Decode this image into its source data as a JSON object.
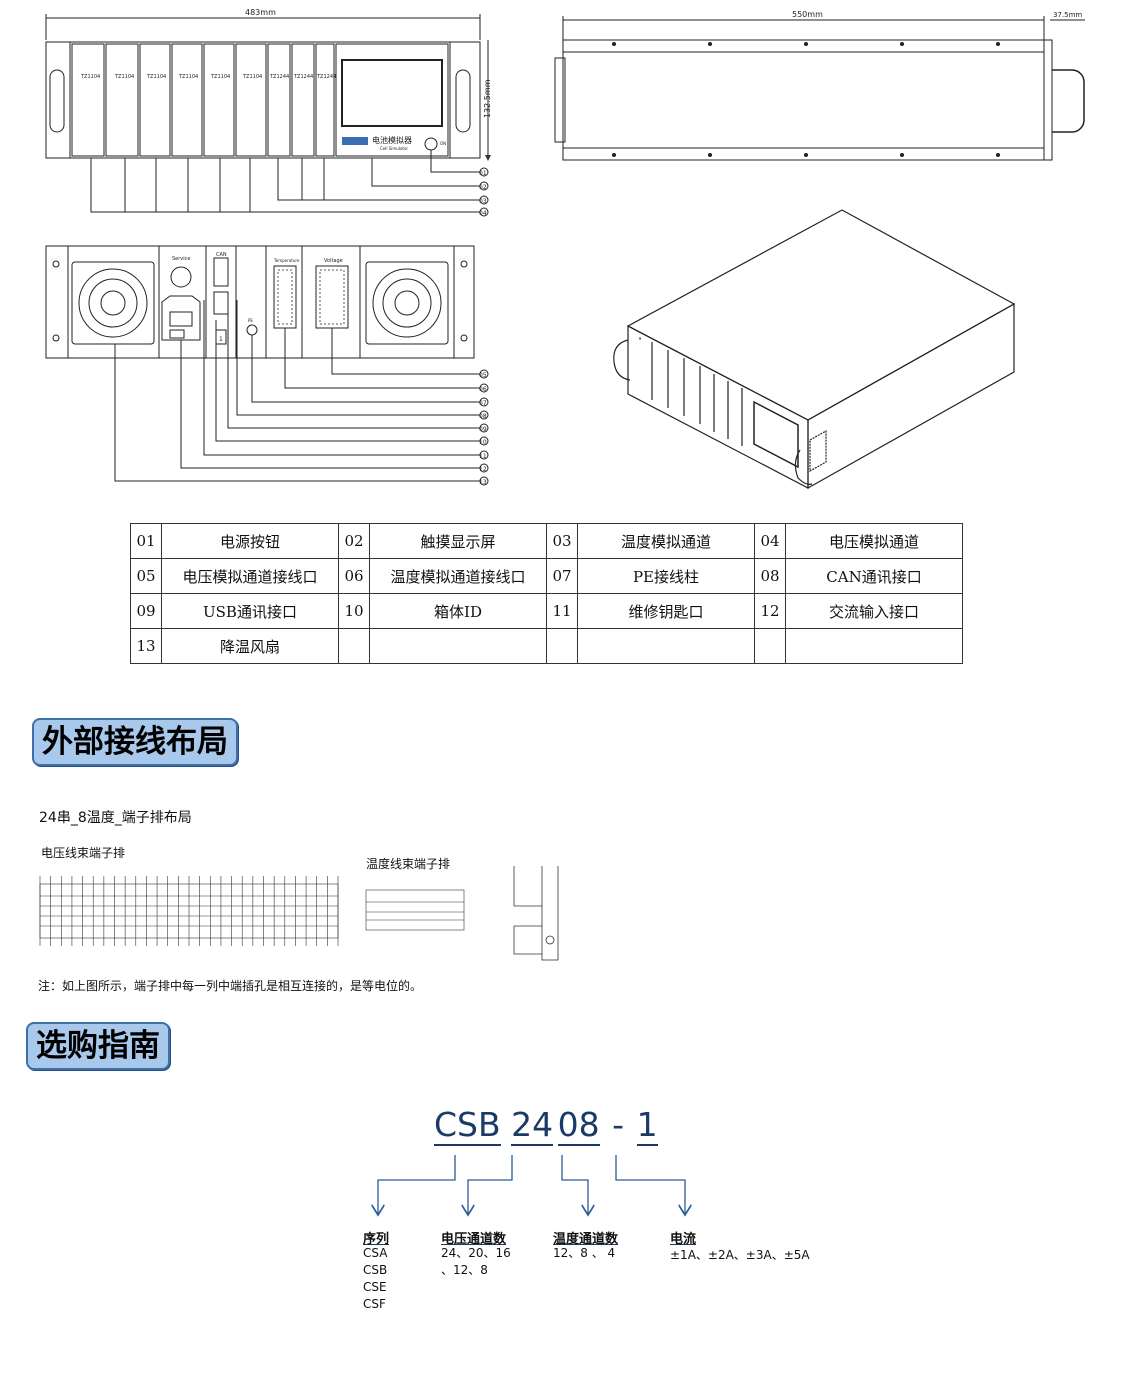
{
  "drawings": {
    "front": {
      "width_dim": "483mm",
      "height_dim": "132.5mm",
      "module_labels": [
        "TZ1104",
        "TZ1104",
        "TZ1104",
        "TZ1104",
        "TZ1104",
        "TZ1104",
        "TZ1244",
        "TZ1244",
        "TZ1244"
      ],
      "brand_cn": "电池模拟器",
      "brand_en": "Cell Simulator",
      "power_label": "ON",
      "callouts": [
        "01",
        "02",
        "03",
        "04"
      ]
    },
    "side": {
      "length_dim": "550mm",
      "handle_dim": "37.5mm"
    },
    "rear": {
      "service_label": "Service",
      "can_label": "CAN",
      "pe_label": "PE",
      "temp_label": "Temperature",
      "volt_label": "Voltage",
      "id_label": "1",
      "callouts": [
        "05",
        "06",
        "07",
        "08",
        "09",
        "10",
        "11",
        "12",
        "13"
      ]
    }
  },
  "parts_table": {
    "rows": [
      [
        {
          "n": "01",
          "t": "电源按钮"
        },
        {
          "n": "02",
          "t": "触摸显示屏"
        },
        {
          "n": "03",
          "t": "温度模拟通道"
        },
        {
          "n": "04",
          "t": "电压模拟通道"
        }
      ],
      [
        {
          "n": "05",
          "t": "电压模拟通道接线口"
        },
        {
          "n": "06",
          "t": "温度模拟通道接线口"
        },
        {
          "n": "07",
          "t": "PE接线柱"
        },
        {
          "n": "08",
          "t": "CAN通讯接口"
        }
      ],
      [
        {
          "n": "09",
          "t": "USB通讯接口"
        },
        {
          "n": "10",
          "t": "箱体ID"
        },
        {
          "n": "11",
          "t": "维修钥匙口"
        },
        {
          "n": "12",
          "t": "交流输入接口"
        }
      ],
      [
        {
          "n": "13",
          "t": "降温风扇"
        },
        {
          "n": "",
          "t": ""
        },
        {
          "n": "",
          "t": ""
        },
        {
          "n": "",
          "t": ""
        }
      ]
    ]
  },
  "section1": {
    "title": "外部接线布局"
  },
  "layout": {
    "subtitle": "24串_8温度_端子排布局",
    "volt_caption": "电压线束端子排",
    "temp_caption": "温度线束端子排",
    "note": "注：如上图所示，端子排中每一列中端插孔是相互连接的，是等电位的。"
  },
  "section2": {
    "title": "选购指南"
  },
  "guide": {
    "model_parts": [
      "CSB",
      "24",
      "08",
      "-",
      "1"
    ],
    "series": {
      "label": "序列",
      "values": [
        "CSA",
        "CSB",
        "CSE",
        "CSF"
      ]
    },
    "voltage": {
      "label": "电压通道数",
      "line1": "24、20、16",
      "line2": "、12、8"
    },
    "temperature": {
      "label": "温度通道数",
      "line1": "12、8 、 4"
    },
    "current": {
      "label": "电流",
      "line1": "±1A、±2A、±3A、±5A"
    }
  }
}
